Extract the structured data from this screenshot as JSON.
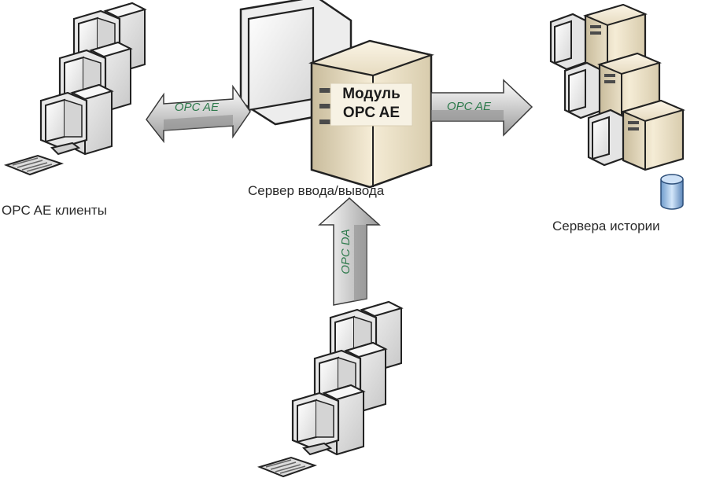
{
  "diagram": {
    "nodes": {
      "opc_ae_clients": {
        "label": "OPC AE клиенты"
      },
      "io_server": {
        "label": "Сервер ввода/вывода",
        "module_line1": "Модуль",
        "module_line2": "OPC AE"
      },
      "history_servers": {
        "label": "Сервера истории"
      },
      "opc_da_servers": {
        "label": ""
      }
    },
    "edges": [
      {
        "from": "opc_ae_clients",
        "to": "io_server",
        "label": "OPC AE",
        "direction": "bidirectional"
      },
      {
        "from": "io_server",
        "to": "history_servers",
        "label": "OPC AE",
        "direction": "forward"
      },
      {
        "from": "opc_da_servers",
        "to": "io_server",
        "label": "OPC DA",
        "direction": "forward"
      }
    ]
  }
}
